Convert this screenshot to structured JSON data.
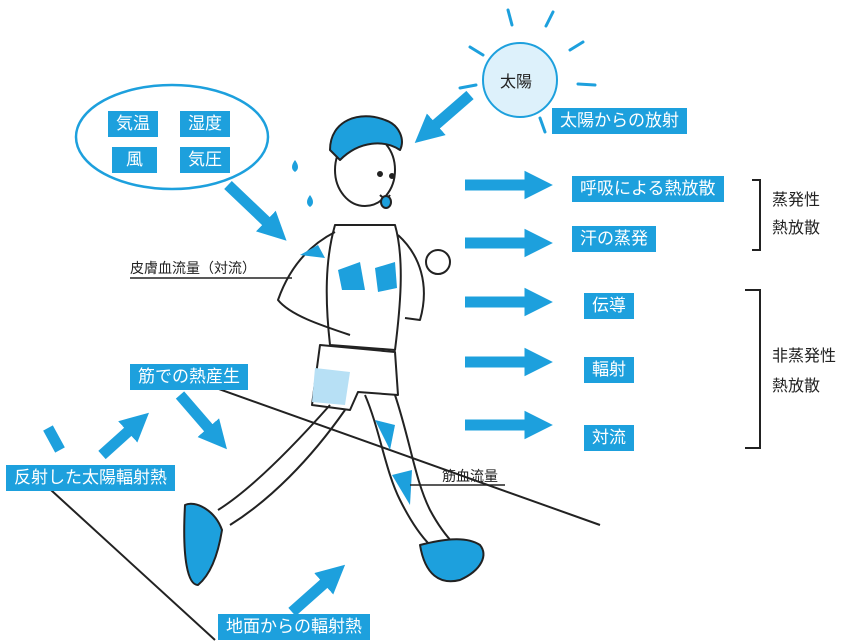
{
  "colors": {
    "accent": "#1da0dd",
    "label_text": "#ffffff",
    "line": "#222222",
    "sun_fill": "#ddf1fb"
  },
  "sun": {
    "label": "太陽",
    "radiation_label": "太陽からの放射"
  },
  "weather": {
    "items": [
      "気温",
      "湿度",
      "風",
      "気圧"
    ]
  },
  "evaporative": {
    "items": [
      "呼吸による熱放散",
      "汗の蒸発"
    ],
    "group_line1": "蒸発性",
    "group_line2": "熱放散"
  },
  "non_evaporative": {
    "items": [
      "伝導",
      "輻射",
      "対流"
    ],
    "group_line1": "非蒸発性",
    "group_line2": "熱放散"
  },
  "body": {
    "skin_blood_flow": "皮膚血流量（対流）",
    "muscle_heat": "筋での熱産生",
    "muscle_blood_flow": "筋血流量"
  },
  "ground": {
    "reflected_sun": "反射した太陽輻射熱",
    "ground_radiation": "地面からの輻射熱"
  }
}
